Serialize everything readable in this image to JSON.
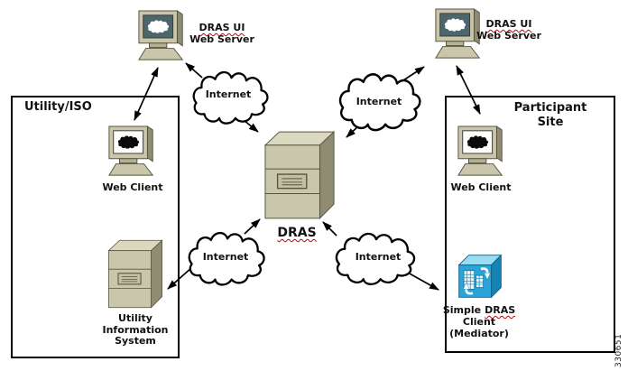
{
  "diagram": {
    "regions": {
      "utility_iso": {
        "title": "Utility/ISO"
      },
      "participant_site": {
        "title_line1": "Participant",
        "title_line2": "Site"
      }
    },
    "nodes": {
      "web_server_left": {
        "label_line1": "DRAS UI",
        "label_line2": "Web Server",
        "icon": "desktop-computer-white-cloud-screen"
      },
      "web_server_right": {
        "label_line1": "DRAS UI",
        "label_line2": "Web Server",
        "icon": "desktop-computer-white-cloud-screen"
      },
      "web_client_left": {
        "label": "Web Client",
        "icon": "desktop-computer-black-cloud-screen"
      },
      "web_client_right": {
        "label": "Web Client",
        "icon": "desktop-computer-black-cloud-screen"
      },
      "dras": {
        "label": "DRAS",
        "icon": "server-tower"
      },
      "utility_information_system": {
        "label_line1": "Utility",
        "label_line2": "Information",
        "label_line3": "System",
        "icon": "server-tower"
      },
      "simple_dras_client": {
        "label_line1_word1": "Simple",
        "label_line1_word2": "DRAS",
        "label_line2": "Client",
        "label_line3": "(Mediator)",
        "icon": "mediator-blue-cube"
      }
    },
    "clouds": [
      {
        "label": "Internet"
      },
      {
        "label": "Internet"
      },
      {
        "label": "Internet"
      },
      {
        "label": "Internet"
      }
    ],
    "figure_number": "330651",
    "colors": {
      "machine_body": "#CAC6AB",
      "machine_top": "#DBD8C2",
      "machine_shade": "#8F8C72",
      "monitor_screen_dark": "#4C666C",
      "mediator_front": "#2AA4D8",
      "mediator_top": "#9ADCF2",
      "mediator_side": "#1583B4",
      "spellcheck_squiggle": "#CC0000",
      "line_black": "#000000",
      "region_border": "#000000",
      "background": "#FFFFFF"
    }
  }
}
